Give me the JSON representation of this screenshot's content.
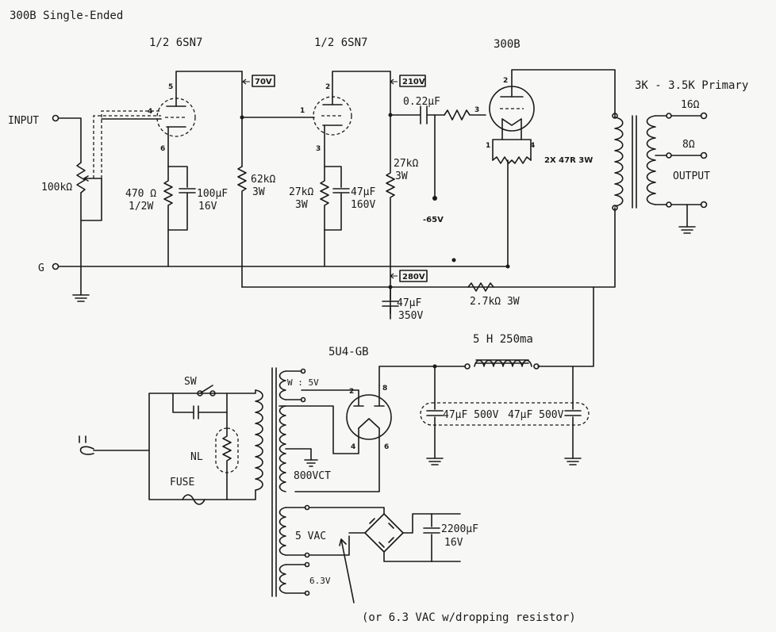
{
  "title": "300B Single-Ended",
  "tubes": {
    "v1": "1/2 6SN7",
    "v2": "1/2 6SN7",
    "v3": "300B",
    "rect": "5U4-GB"
  },
  "io": {
    "input": "INPUT",
    "ground": "G",
    "output": "OUTPUT",
    "primary": "3K - 3.5K Primary",
    "tap16": "16Ω",
    "tap8": "8Ω"
  },
  "voltages": {
    "v70": "70V",
    "v210": "210V",
    "v280": "280V",
    "bias": "-65V"
  },
  "components": {
    "pot": "100kΩ",
    "rk1": "470 Ω",
    "rk1w": "1/2W",
    "ck1": "100μF",
    "ck1v": "16V",
    "rl1": "62kΩ",
    "rl1w": "3W",
    "rk2": "27kΩ",
    "rk2w": "3W",
    "ck2": "47μF",
    "ck2v": "160V",
    "rl2": "27kΩ",
    "rl2w": "3W",
    "cc": "0.22μF",
    "fil": "2X 47R 3W",
    "cdec": "47μF",
    "cdecv": "350V",
    "rdrop": "2.7kΩ 3W",
    "choke": "5 H 250ma",
    "cf1": "47μF 500V",
    "cf2": "47μF 500V",
    "w5": "W : 5V",
    "hv": "800VCT",
    "sw": "SW",
    "nl": "NL",
    "fuse": "FUSE",
    "v5ac": "5 VAC",
    "v63": "6.3V",
    "cbig": "2200μF",
    "cbigv": "16V",
    "note": "(or 6.3 VAC w/dropping resistor)"
  },
  "pins": [
    "5",
    "4",
    "6",
    "2",
    "1",
    "3",
    "2",
    "3",
    "1",
    "4",
    "2",
    "8",
    "4",
    "6"
  ]
}
